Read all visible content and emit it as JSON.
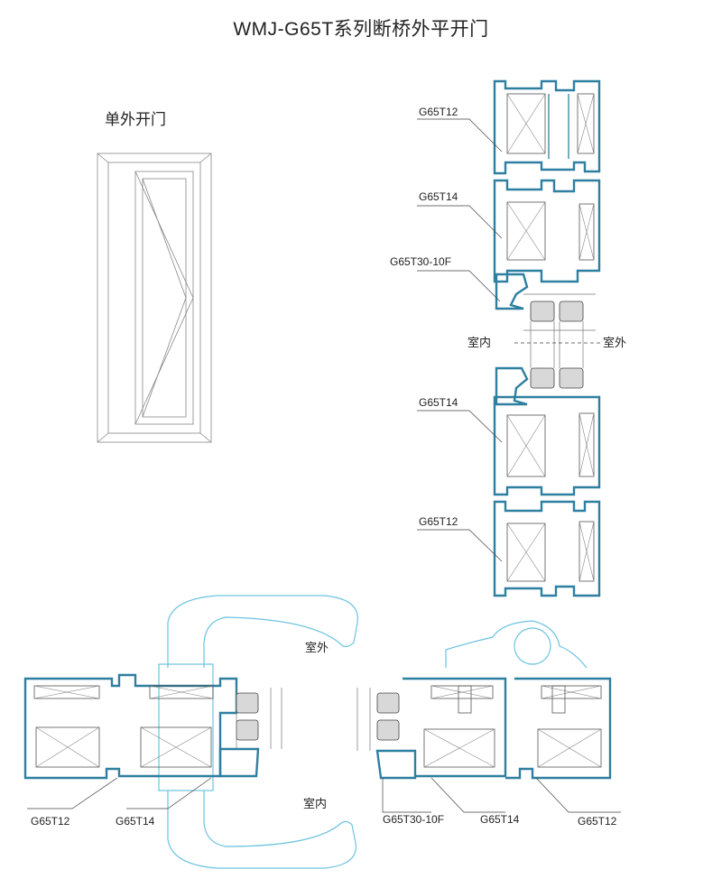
{
  "title": "WMJ-G65T系列断桥外平开门",
  "door_type": "单外开门",
  "vertical_section": {
    "labels": [
      "G65T12",
      "G65T14",
      "G65T30-10F",
      "G65T14",
      "G65T12"
    ],
    "indoor": "室内",
    "outdoor": "室外"
  },
  "horizontal_section": {
    "outdoor": "室外",
    "indoor": "室内",
    "labels": [
      "G65T12",
      "G65T14",
      "G65T30-10F",
      "G65T14",
      "G65T12"
    ]
  },
  "colors": {
    "profile": "#2e7fa0",
    "handle": "#6cc3e0",
    "line": "#444444"
  }
}
